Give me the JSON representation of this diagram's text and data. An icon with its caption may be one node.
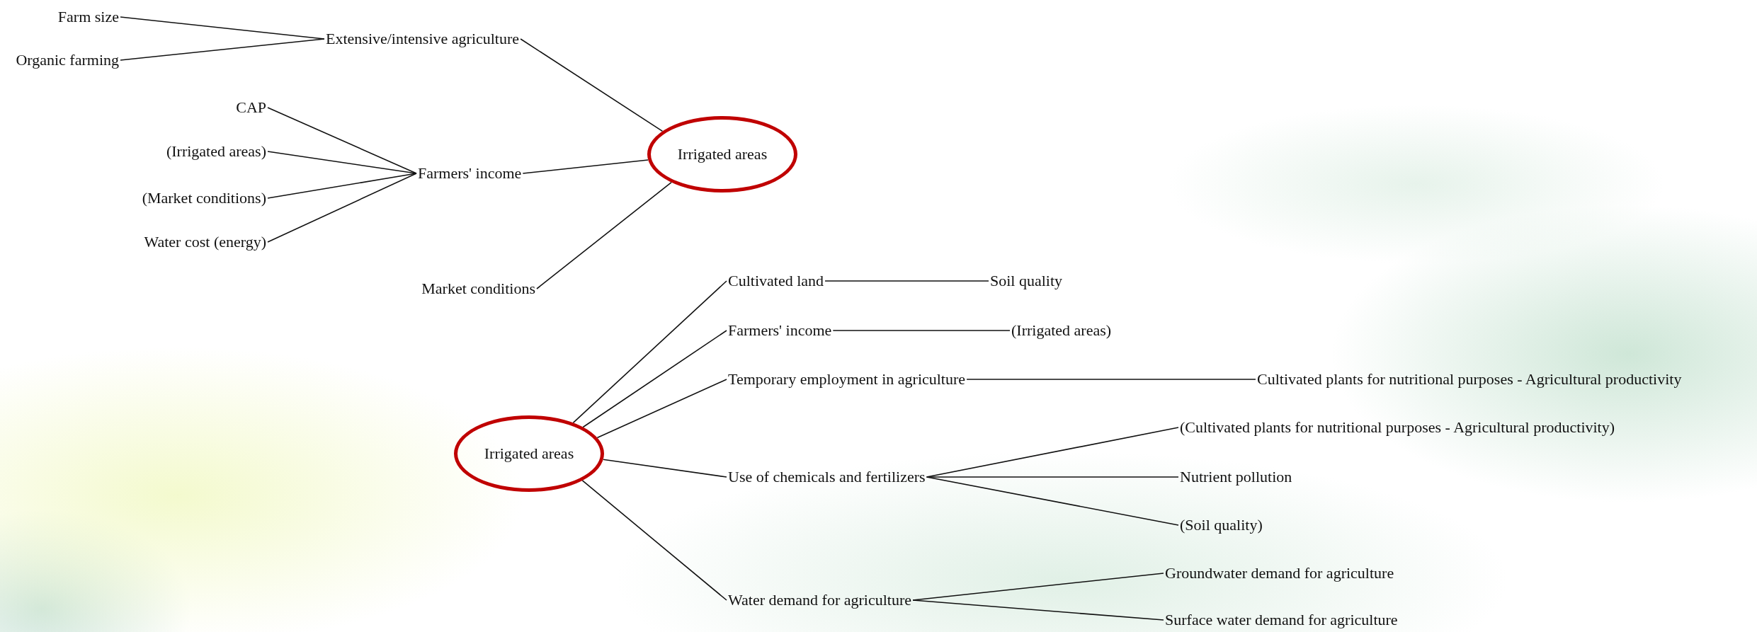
{
  "diagram": {
    "nodes": [
      {
        "text": [
          "Farm size"
        ]
      },
      {
        "text": [
          "Organic farming"
        ]
      },
      {
        "text": [
          "Extensive/intensive agriculture"
        ]
      },
      {
        "text": [
          "CAP"
        ]
      },
      {
        "text": [
          "(Irrigated areas)"
        ]
      },
      {
        "text": [
          "(Market conditions)"
        ]
      },
      {
        "text": [
          "Water cost (energy)"
        ]
      },
      {
        "text": [
          "Farmers' income"
        ]
      },
      {
        "text": [
          "Market conditions"
        ]
      },
      {
        "text": [
          "Irrigated areas"
        ]
      },
      {
        "text": [
          "Irrigated areas"
        ]
      },
      {
        "text": [
          "Cultivated land"
        ]
      },
      {
        "text": [
          "Farmers' income"
        ]
      },
      {
        "text": [
          "Temporary employment in agriculture"
        ]
      },
      {
        "text": [
          "Use of chemicals and fertilizers"
        ]
      },
      {
        "text": [
          "Water demand for agriculture"
        ]
      },
      {
        "text": [
          "Soil quality"
        ]
      },
      {
        "text": [
          "(Irrigated areas)"
        ]
      },
      {
        "text": [
          "Cultivated plants for nutritional purposes - Agricultural productivity"
        ]
      },
      {
        "text": [
          "(Cultivated plants for nutritional purposes - Agricultural productivity)"
        ]
      },
      {
        "text": [
          "Nutrient pollution"
        ]
      },
      {
        "text": [
          "(Soil quality)"
        ]
      },
      {
        "text": [
          "Groundwater demand for agriculture"
        ]
      },
      {
        "text": [
          "Surface water demand for agriculture"
        ]
      }
    ],
    "edges": [
      {
        "from": 0,
        "to": 2,
        "arrow": "none"
      },
      {
        "from": 1,
        "to": 2,
        "arrow": "none"
      },
      {
        "from": 3,
        "to": 7,
        "arrow": "none"
      },
      {
        "from": 4,
        "to": 7,
        "arrow": "none"
      },
      {
        "from": 5,
        "to": 7,
        "arrow": "none"
      },
      {
        "from": 6,
        "to": 7,
        "arrow": "none"
      },
      {
        "from": 2,
        "to": 9,
        "arrow": "none"
      },
      {
        "from": 7,
        "to": 9,
        "arrow": "none"
      },
      {
        "from": 8,
        "to": 9,
        "arrow": "none"
      },
      {
        "from": 10,
        "to": 11,
        "arrow": "none"
      },
      {
        "from": 10,
        "to": 12,
        "arrow": "none"
      },
      {
        "from": 10,
        "to": 13,
        "arrow": "none"
      },
      {
        "from": 10,
        "to": 14,
        "arrow": "none"
      },
      {
        "from": 10,
        "to": 15,
        "arrow": "none"
      },
      {
        "from": 11,
        "to": 16,
        "arrow": "none"
      },
      {
        "from": 12,
        "to": 17,
        "arrow": "none"
      },
      {
        "from": 13,
        "to": 18,
        "arrow": "none"
      },
      {
        "from": 14,
        "to": 19,
        "arrow": "none"
      },
      {
        "from": 14,
        "to": 20,
        "arrow": "none"
      },
      {
        "from": 14,
        "to": 21,
        "arrow": "none"
      },
      {
        "from": 15,
        "to": 22,
        "arrow": "none"
      },
      {
        "from": 15,
        "to": 23,
        "arrow": "none"
      }
    ]
  }
}
